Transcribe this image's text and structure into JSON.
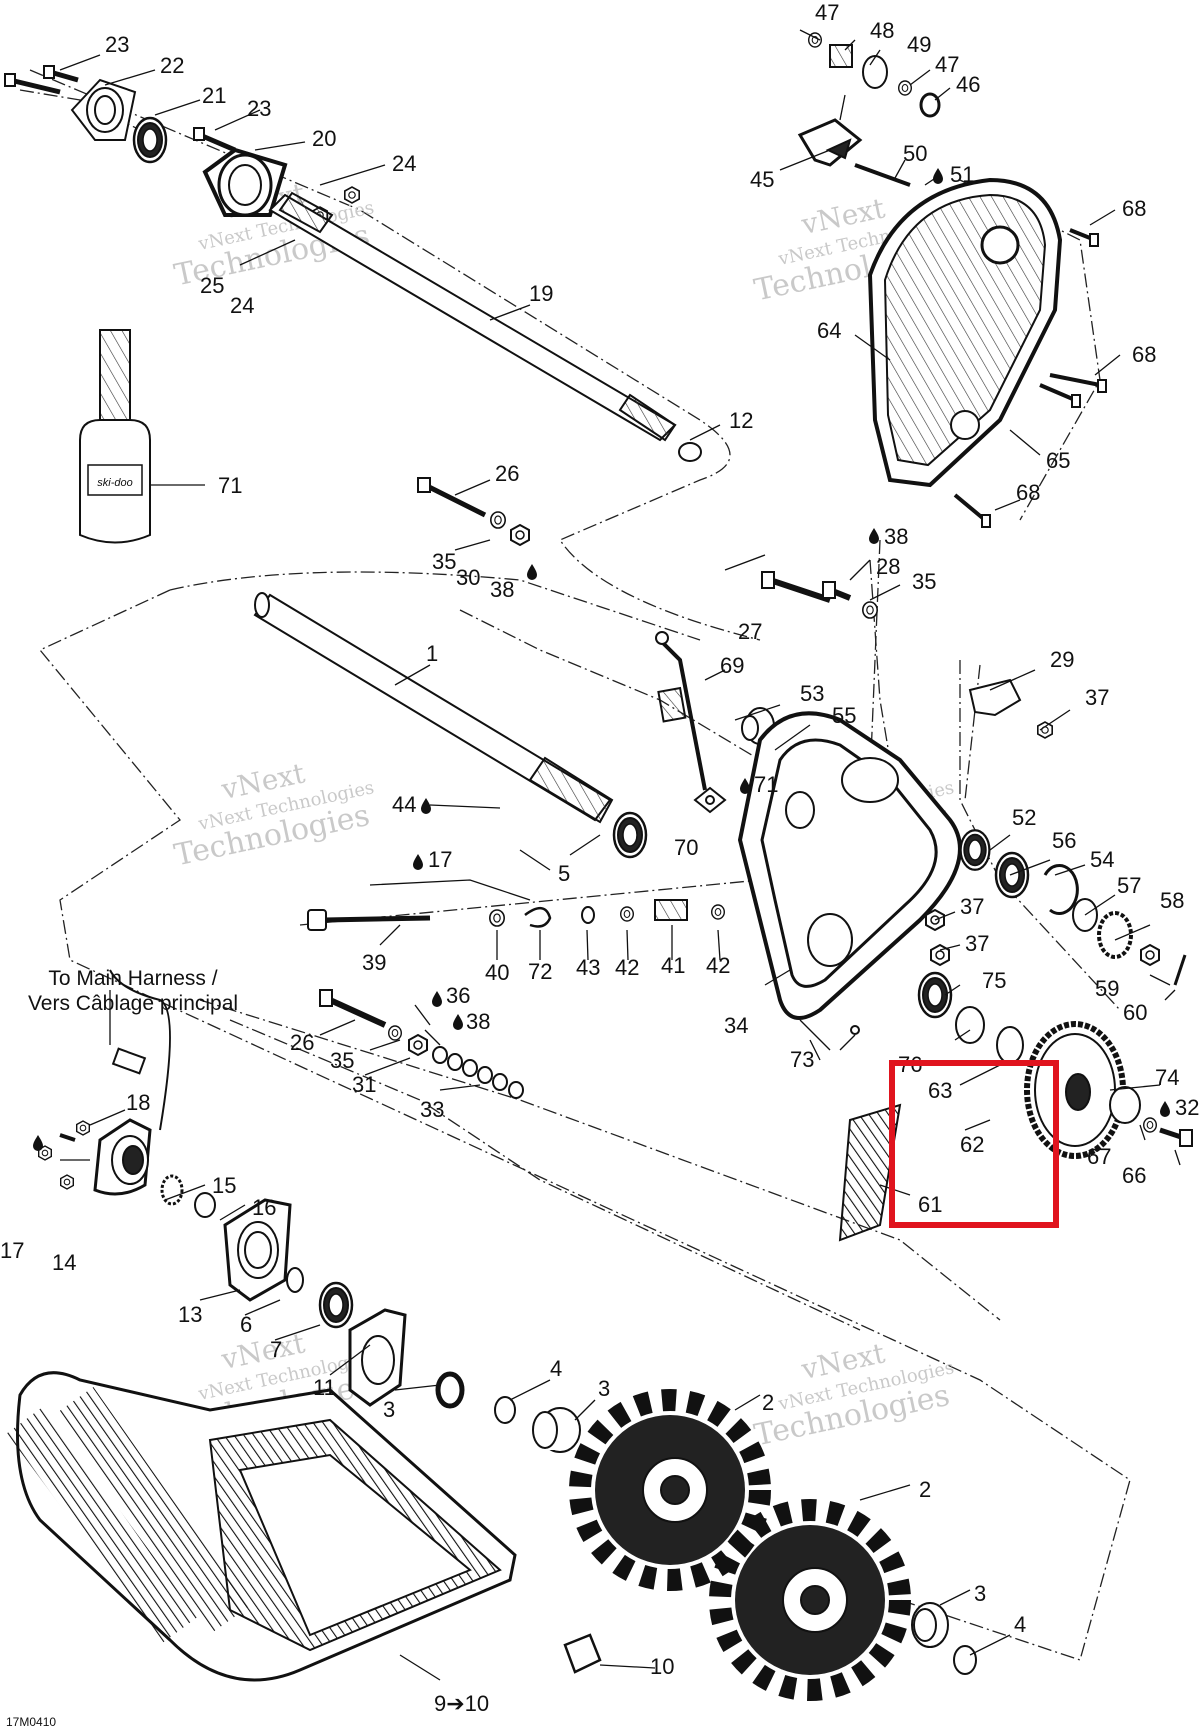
{
  "labels": {
    "p1": "1",
    "p2a": "2",
    "p2b": "2",
    "p3a": "3",
    "p3b": "3",
    "p3c": "3",
    "p4a": "4",
    "p4b": "4",
    "p5": "5",
    "p6": "6",
    "p7": "7",
    "p9": "9➔10",
    "p10": "10",
    "p11": "11",
    "p12": "12",
    "p13": "13",
    "p14": "14",
    "p15": "15",
    "p16": "16",
    "p17a": "17",
    "p17b": "17",
    "p18": "18",
    "p19": "19",
    "p20": "20",
    "p21": "21",
    "p22": "22",
    "p23a": "23",
    "p23b": "23",
    "p24a": "24",
    "p24b": "24",
    "p25": "25",
    "p26a": "26",
    "p26b": "26",
    "p27": "27",
    "p28": "28",
    "p29": "29",
    "p30": "30",
    "p31": "31",
    "p32": "32",
    "p33": "33",
    "p34": "34",
    "p35a": "35",
    "p35b": "35",
    "p35c": "35",
    "p36": "36",
    "p37a": "37",
    "p37b": "37",
    "p37c": "37",
    "p38a": "38",
    "p38b": "38",
    "p38c": "38",
    "p39": "39",
    "p40": "40",
    "p41": "41",
    "p42a": "42",
    "p42b": "42",
    "p43": "43",
    "p44": "44",
    "p45": "45",
    "p46": "46",
    "p47a": "47",
    "p47b": "47",
    "p48": "48",
    "p49": "49",
    "p50": "50",
    "p51": "51",
    "p52": "52",
    "p53": "53",
    "p54": "54",
    "p55": "55",
    "p56": "56",
    "p57": "57",
    "p58": "58",
    "p59": "59",
    "p60": "60",
    "p61": "61",
    "p62": "62",
    "p63": "63",
    "p64": "64",
    "p65": "65",
    "p66": "66",
    "p67": "67",
    "p68a": "68",
    "p68b": "68",
    "p68c": "68",
    "p69": "69",
    "p70": "70",
    "p71a": "71",
    "p71b": "71",
    "p72": "72",
    "p73": "73",
    "p74": "74",
    "p75": "75",
    "p76": "76"
  },
  "harness_note": {
    "line1": "To Main Harness /",
    "line2": "Vers Câblage principal"
  },
  "bottle_brand": "ski-doo",
  "figure_code": "17M0410",
  "watermark": {
    "line1": "vNext Technologies",
    "line2": "vNext",
    "line3": "Technologies"
  },
  "icons": {
    "drop": "oil-drop-icon"
  },
  "colors": {
    "ink": "#111111",
    "highlight": "#e0141e",
    "watermark": "#c9c9c9"
  }
}
